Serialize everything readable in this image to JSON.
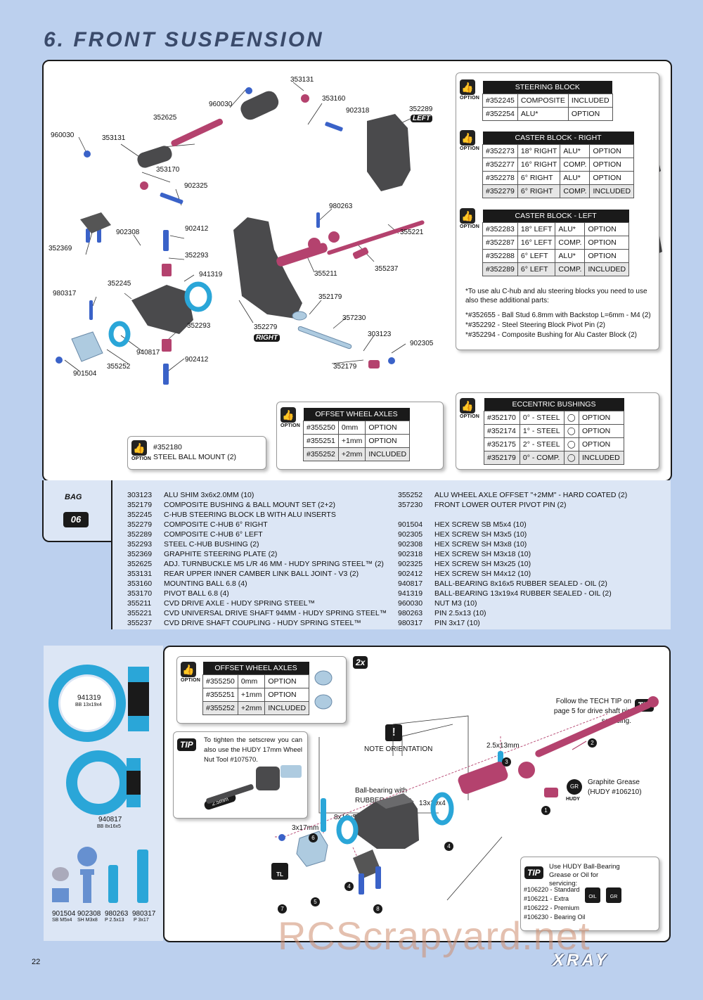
{
  "title": "6. FRONT SUSPENSION",
  "page_number": "22",
  "brand": "XRAY",
  "watermark": "RCScrapyard.net",
  "option_label": "OPTION",
  "tip_label": "TIP",
  "exploded_labels": [
    "353131",
    "960030",
    "353160",
    "902318",
    "352289",
    "352625",
    "960030",
    "353131",
    "353170",
    "902325",
    "980263",
    "352369",
    "902308",
    "902412",
    "352293",
    "355221",
    "941319",
    "355211",
    "355237",
    "980317",
    "352245",
    "352179",
    "357230",
    "352293",
    "352279",
    "303123",
    "902305",
    "940817",
    "355252",
    "901504",
    "902412",
    "352179"
  ],
  "left_tag": "LEFT",
  "right_tag": "RIGHT",
  "steering_block": {
    "header": "STEERING BLOCK",
    "rows": [
      [
        "#352245",
        "COMPOSITE",
        "INCLUDED"
      ],
      [
        "#352254",
        "ALU*",
        "OPTION"
      ]
    ]
  },
  "caster_right": {
    "header": "CASTER BLOCK - RIGHT",
    "rows": [
      [
        "#352273",
        "18° RIGHT",
        "ALU*",
        "OPTION"
      ],
      [
        "#352277",
        "16° RIGHT",
        "COMP.",
        "OPTION"
      ],
      [
        "#352278",
        "6° RIGHT",
        "ALU*",
        "OPTION"
      ],
      [
        "#352279",
        "6° RIGHT",
        "COMP.",
        "INCLUDED"
      ]
    ]
  },
  "caster_left": {
    "header": "CASTER BLOCK - LEFT",
    "rows": [
      [
        "#352283",
        "18° LEFT",
        "ALU*",
        "OPTION"
      ],
      [
        "#352287",
        "16° LEFT",
        "COMP.",
        "OPTION"
      ],
      [
        "#352288",
        "6° LEFT",
        "ALU*",
        "OPTION"
      ],
      [
        "#352289",
        "6° LEFT",
        "COMP.",
        "INCLUDED"
      ]
    ]
  },
  "alu_note": {
    "intro": "*To use alu C-hub and alu steering blocks you need to use also these additional parts:",
    "items": [
      "*#352655 - Ball Stud 6.8mm with Backstop L=6mm - M4 (2)",
      "*#352292 - Steel Steering Block Pivot Pin (2)",
      "*#352294 - Composite Bushing for Alu Caster Block (2)"
    ]
  },
  "offset_axles": {
    "header": "OFFSET WHEEL AXLES",
    "rows": [
      [
        "#355250",
        "0mm",
        "OPTION"
      ],
      [
        "#355251",
        "+1mm",
        "OPTION"
      ],
      [
        "#355252",
        "+2mm",
        "INCLUDED"
      ]
    ]
  },
  "eccentric": {
    "header": "ECCENTRIC BUSHINGS",
    "rows": [
      [
        "#352170",
        "0° - STEEL",
        "OPTION"
      ],
      [
        "#352174",
        "1° - STEEL",
        "OPTION"
      ],
      [
        "#352175",
        "2° - STEEL",
        "OPTION"
      ],
      [
        "#352179",
        "0° - COMP.",
        "INCLUDED"
      ]
    ]
  },
  "ball_mount": {
    "code": "#352180",
    "text": "STEEL BALL MOUNT (2)"
  },
  "bag": {
    "label": "BAG",
    "number": "06"
  },
  "parts_left": [
    [
      "303123",
      "ALU SHIM 3x6x2.0MM (10)"
    ],
    [
      "352179",
      "COMPOSITE BUSHING & BALL MOUNT SET (2+2)"
    ],
    [
      "352245",
      "C-HUB STEERING BLOCK LB WITH ALU INSERTS"
    ],
    [
      "352279",
      "COMPOSITE C-HUB 6° RIGHT"
    ],
    [
      "352289",
      "COMPOSITE C-HUB 6° LEFT"
    ],
    [
      "352293",
      "STEEL C-HUB BUSHING (2)"
    ],
    [
      "352369",
      "GRAPHITE STEERING PLATE (2)"
    ],
    [
      "352625",
      "ADJ. TURNBUCKLE M5 L/R 46 MM - HUDY SPRING STEEL™ (2)"
    ],
    [
      "353131",
      "REAR UPPER INNER CAMBER LINK BALL JOINT - V3 (2)"
    ],
    [
      "353160",
      "MOUNTING BALL 6.8 (4)"
    ],
    [
      "353170",
      "PIVOT BALL 6.8 (4)"
    ],
    [
      "355211",
      "CVD DRIVE AXLE - HUDY SPRING STEEL™"
    ],
    [
      "355221",
      "CVD UNIVERSAL DRIVE SHAFT 94MM - HUDY SPRING STEEL™"
    ],
    [
      "355237",
      "CVD DRIVE SHAFT COUPLING - HUDY SPRING STEEL™"
    ]
  ],
  "parts_right_top": [
    [
      "355252",
      "ALU WHEEL AXLE OFFSET \"+2MM\" - HARD COATED (2)"
    ],
    [
      "357230",
      "FRONT LOWER OUTER PIVOT PIN (2)"
    ]
  ],
  "parts_right": [
    [
      "901504",
      "HEX SCREW SB M5x4 (10)"
    ],
    [
      "902305",
      "HEX SCREW SH M3x5 (10)"
    ],
    [
      "902308",
      "HEX SCREW SH M3x8 (10)"
    ],
    [
      "902318",
      "HEX SCREW SH M3x18 (10)"
    ],
    [
      "902325",
      "HEX SCREW SH M3x25 (10)"
    ],
    [
      "902412",
      "HEX SCREW SH M4x12 (10)"
    ],
    [
      "940817",
      "BALL-BEARING 8x16x5 RUBBER SEALED - OIL (2)"
    ],
    [
      "941319",
      "BALL-BEARING 13x19x4 RUBBER SEALED - OIL (2)"
    ],
    [
      "960030",
      "NUT M3 (10)"
    ],
    [
      "980263",
      "PIN 2.5x13 (10)"
    ],
    [
      "980317",
      "PIN 3x17 (10)"
    ]
  ],
  "side_parts": {
    "b941319": [
      "941319",
      "BB 13x19x4"
    ],
    "b940817": [
      "940817",
      "BB 8x16x5"
    ],
    "small": [
      [
        "901504",
        "SB M5x4"
      ],
      [
        "902308",
        "SH M3x8"
      ],
      [
        "980263",
        "P 2.5x13"
      ],
      [
        "980317",
        "P 3x17"
      ]
    ]
  },
  "assembly": {
    "mult": "2x",
    "tech_tip": "Follow the TECH TIP on page 5 for drive shaft pin servicing.",
    "setscrew_tip": "To tighten the setscrew you can also use the HUDY 17mm Wheel Nut Tool #107570.",
    "tool_size": "2.5mm",
    "note_orientation": "NOTE ORIENTATION",
    "bb_rubber": "Ball-bearing with RUBBER covers",
    "grease": "Graphite Grease (HUDY #106210)",
    "gr": "GR",
    "hudy": "HUDY",
    "tl": "TL",
    "dims": [
      "2.5x13mm",
      "13x19x4",
      "8x16x5",
      "3x17mm"
    ],
    "steps": [
      "1",
      "2",
      "3",
      "4",
      "4",
      "5",
      "6",
      "7",
      "8"
    ],
    "bb_tip_title": "Use HUDY Ball-Bearing Grease or Oil for servicing:",
    "bb_tip_items": [
      "#106220 - Standard",
      "#106221 - Extra",
      "#106222 - Premium",
      "#106230 - Bearing Oil"
    ],
    "oil": "OIL"
  },
  "colors": {
    "dark": "#4a4a4c",
    "pink": "#b4426e",
    "blue": "#3a62c8",
    "cyan": "#2aa6d8",
    "bg": "#bcd0ee"
  }
}
